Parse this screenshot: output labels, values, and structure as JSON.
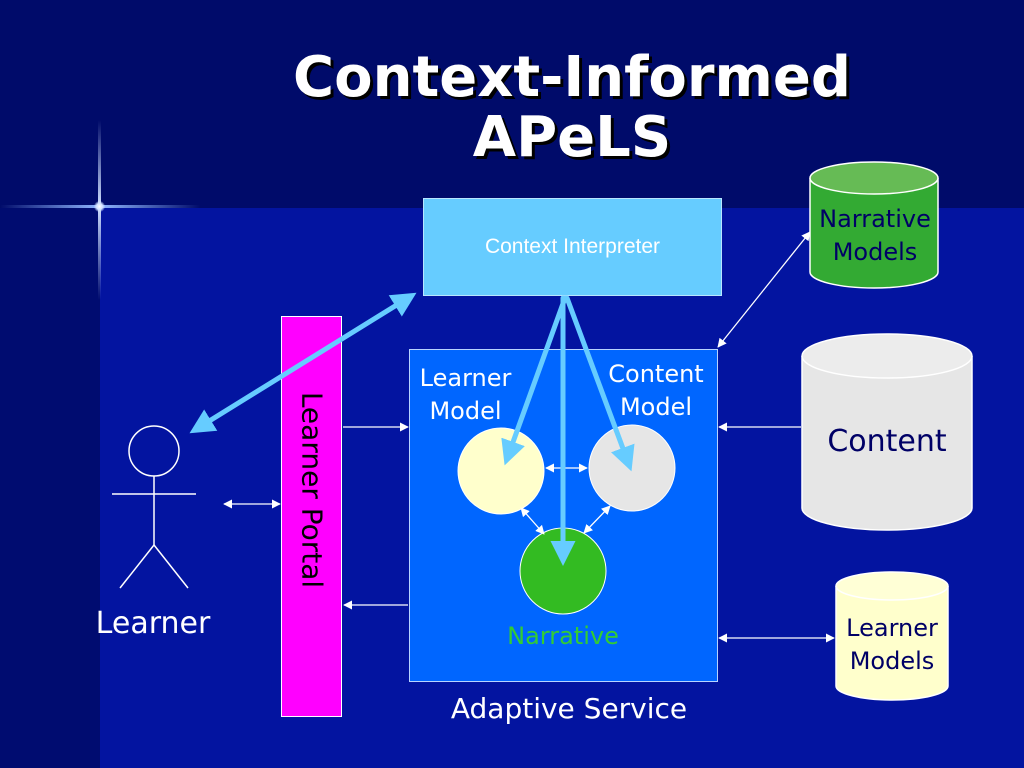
{
  "slide": {
    "title": "Context-Informed\nAPeLS"
  },
  "diagram": {
    "context_interpreter": "Context Interpreter",
    "learner_portal": "Learner Portal",
    "learner_model": "Learner\nModel",
    "content_model": "Content\nModel",
    "narrative": "Narrative",
    "adaptive_service": "Adaptive Service",
    "learner": "Learner",
    "content": "Content",
    "narrative_models": "Narrative\nModels",
    "learner_models": "Learner\nModels"
  },
  "colors": {
    "context_interpreter": "#66ccff",
    "learner_portal": "#ff00ff",
    "adaptive_service": "#0066ff",
    "learner_model_node": "#ffffcc",
    "content_model_node": "#e6e6e6",
    "narrative_node": "#33bb22",
    "narrative_models_db": "#33aa33",
    "content_db": "#e6e6e6",
    "learner_models_db": "#ffffcc",
    "arrow_context": "#66ccff"
  }
}
